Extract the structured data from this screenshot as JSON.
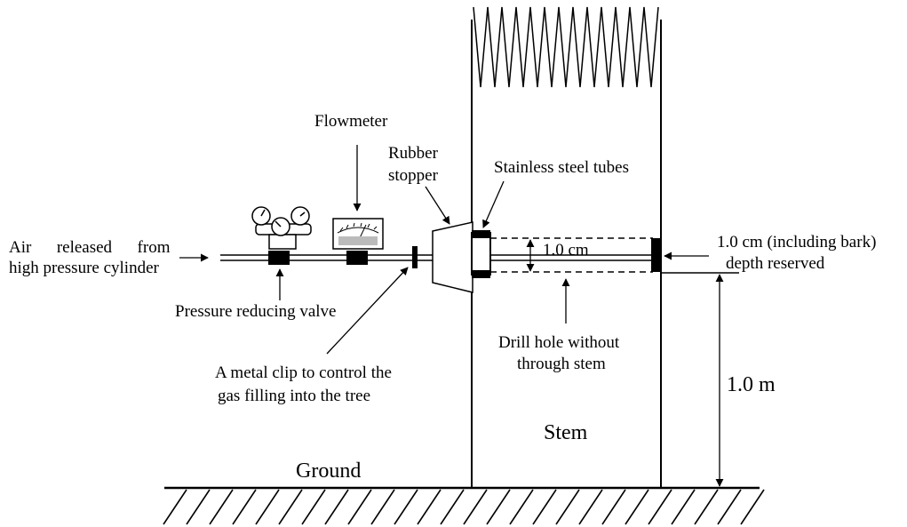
{
  "labels": {
    "air_line1": "Air      released      from",
    "air_line2": "high pressure cylinder",
    "flowmeter": "Flowmeter",
    "rubber_line1": "Rubber",
    "rubber_line2": "stopper",
    "stainless": "Stainless steel tubes",
    "depth_line1": "1.0 cm (including bark)",
    "depth_line2": "depth reserved",
    "hole_diameter": "1.0 cm",
    "pressure_valve": "Pressure reducing valve",
    "drill_line1": "Drill hole without",
    "drill_line2": "through stem",
    "clip_line1": "A metal clip to control the",
    "clip_line2": "gas filling into the tree",
    "height": "1.0 m",
    "stem": "Stem",
    "ground": "Ground"
  }
}
